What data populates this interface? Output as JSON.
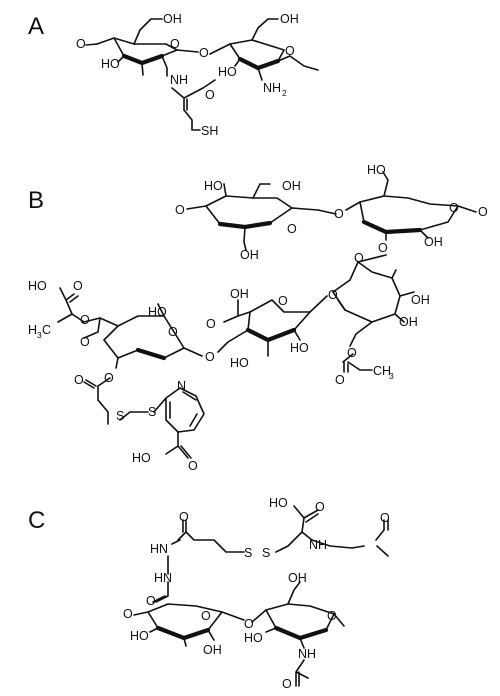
{
  "panels": {
    "A": {
      "label": "A",
      "atoms": {
        "o_link_left": "O",
        "oh_c6_r1": "OH",
        "o_ring_r1": "O",
        "o_glyco": "O",
        "ho_c3_r1": "HO",
        "nh_r1": "NH",
        "o_carbonyl": "O",
        "sh": "SH",
        "oh_c6_r2": "OH",
        "o_ring_r2": "O",
        "ho_c3_r2": "HO",
        "nh2": "NH",
        "nh2_sub": "2"
      }
    },
    "B": {
      "label": "B",
      "atoms": {
        "o_link_left": "O",
        "ho_top_r1": "HO",
        "oh_top_r1": "OH",
        "o_ring_r1": "O",
        "oh_c6_r1": "OH",
        "o_glyco_top": "O",
        "ho_c6_r2": "HO",
        "o_ring_r2": "O",
        "o_link_right": "O",
        "oh_r2": "OH",
        "o_ring_r3": "O",
        "o_r3_c2": "O",
        "oh_r3": "OH",
        "oh_r3b": "OH",
        "o_acetyl": "O",
        "o_acetyl_co": "O",
        "ch3_acetyl": "CH",
        "ch3_sub": "3",
        "o_ring_r4": "O",
        "oh_gluc_acid": "OH",
        "o_gluc_acid": "O",
        "ho_r4a": "HO",
        "ho_r4b": "HO",
        "o_r4_link": "O",
        "ho_pyr": "HO",
        "o_pyr_co": "O",
        "h3c_pyr": "H",
        "h3c_sub": "3",
        "h3c_c": "C",
        "o_pyr_ring1": "O",
        "o_pyr_ring2": "O",
        "ho_r5": "HO",
        "o_r5_ring": "O",
        "o_ester": "O",
        "o_ester_co": "O",
        "s1": "S",
        "s2": "S",
        "n_pyridine": "N",
        "ho_nicotinic": "HO",
        "o_nicotinic": "O"
      }
    },
    "C": {
      "label": "C",
      "atoms": {
        "ho_acid": "HO",
        "o_acid": "O",
        "o_amide_top": "O",
        "s1": "S",
        "s2": "S",
        "nh_cys": "NH",
        "o_acetyl": "O",
        "hn_hydrazide": "HN",
        "hn_hydrazide2": "HN",
        "o_hydrazide": "O",
        "o_link_left": "O",
        "o_ring_r1": "O",
        "o_glyco": "O",
        "ho_r1": "HO",
        "oh_r1": "OH",
        "oh_c6_r2": "OH",
        "o_ring_r2": "O",
        "ho_r2": "HO",
        "nh_r2": "NH",
        "o_nac": "O"
      }
    }
  }
}
